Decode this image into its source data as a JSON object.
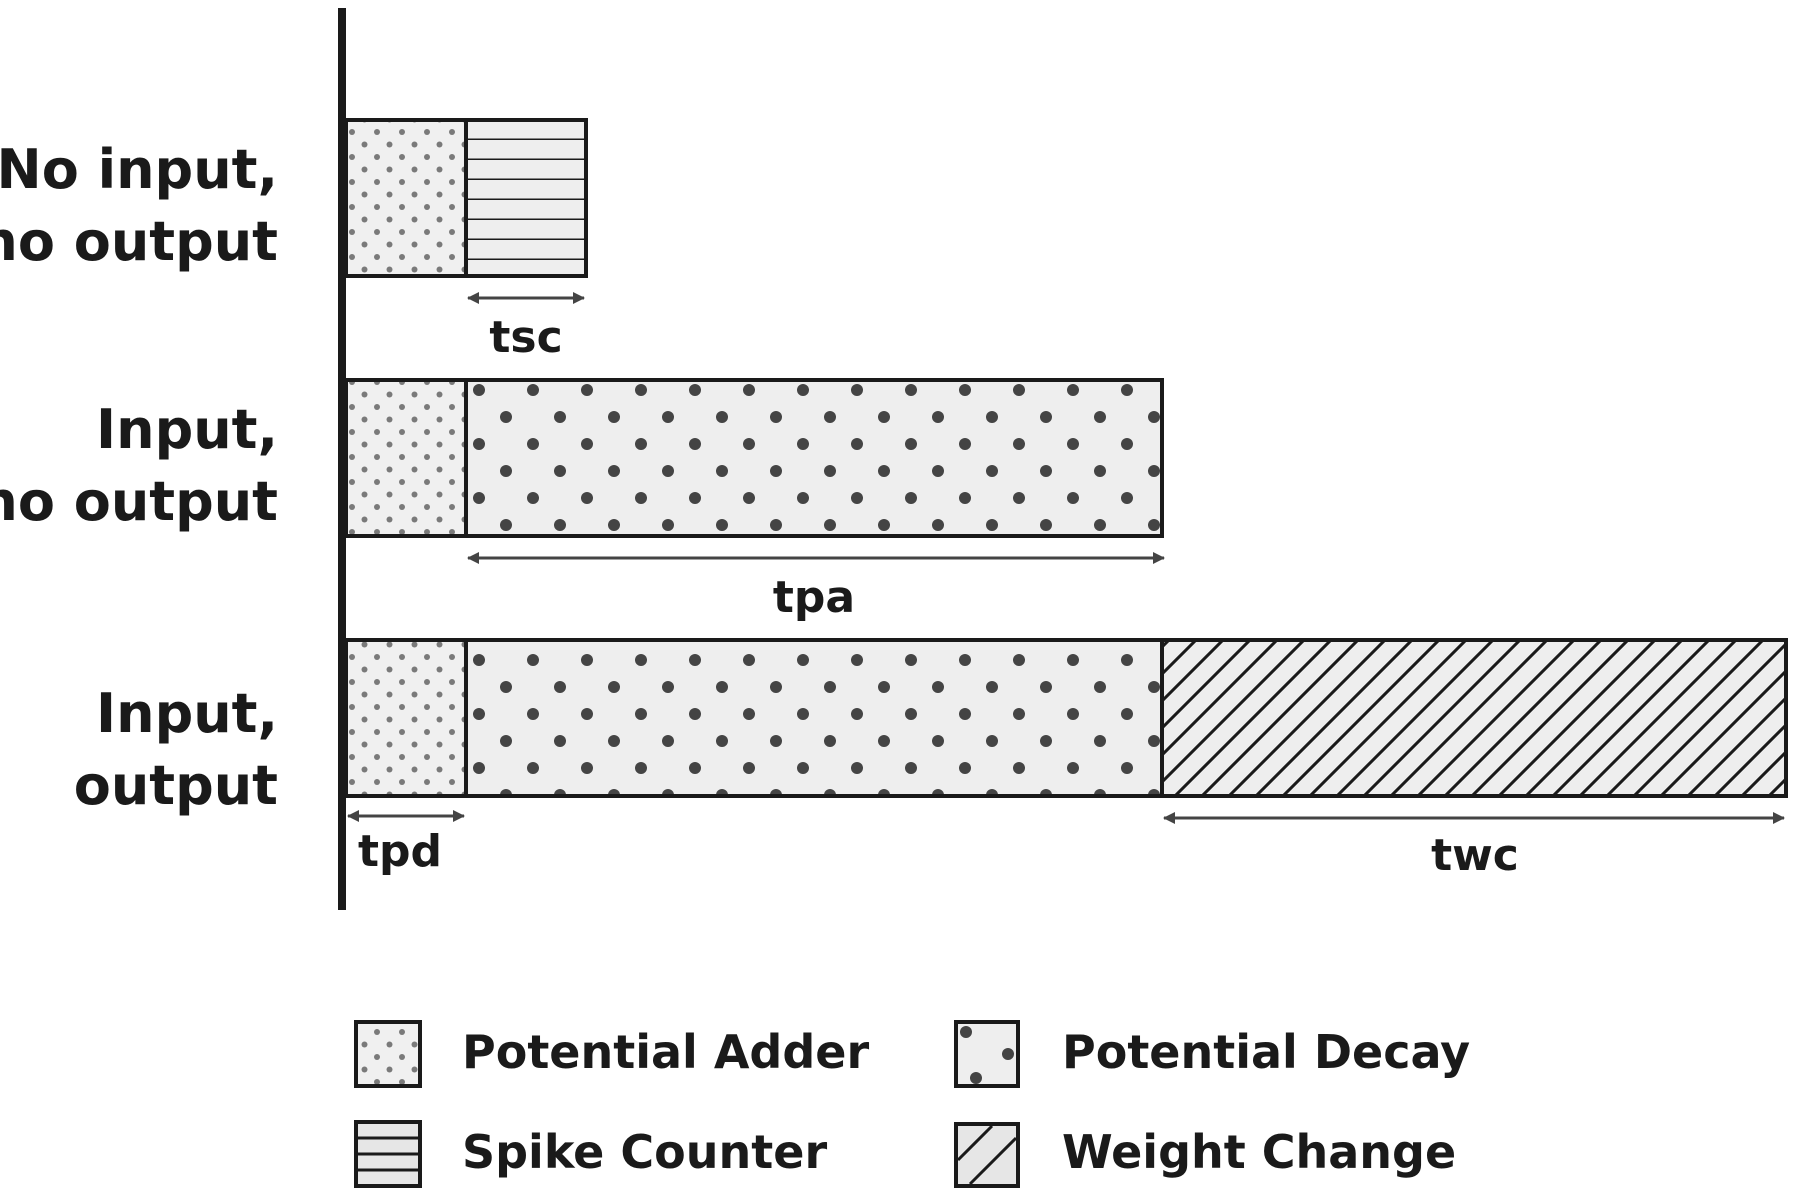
{
  "rows": [
    {
      "label_line1": "No input,",
      "label_line2": "no output"
    },
    {
      "label_line1": "Input,",
      "label_line2": "no output"
    },
    {
      "label_line1": "Input,",
      "label_line2": "output"
    }
  ],
  "dimensions": {
    "tsc": "tsc",
    "tpa": "tpa",
    "tpd": "tpd",
    "twc": "twc"
  },
  "legend": [
    {
      "pattern": "potential-adder",
      "label": "Potential Adder"
    },
    {
      "pattern": "potential-decay",
      "label": "Potential Decay"
    },
    {
      "pattern": "spike-counter",
      "label": "Spike Counter"
    },
    {
      "pattern": "weight-change",
      "label": "Weight Change"
    }
  ],
  "colors": {
    "fill": "#eeeeee",
    "stroke": "#1a1a1a",
    "dot_small": "#7a7a7a",
    "dot_large": "#444444"
  }
}
